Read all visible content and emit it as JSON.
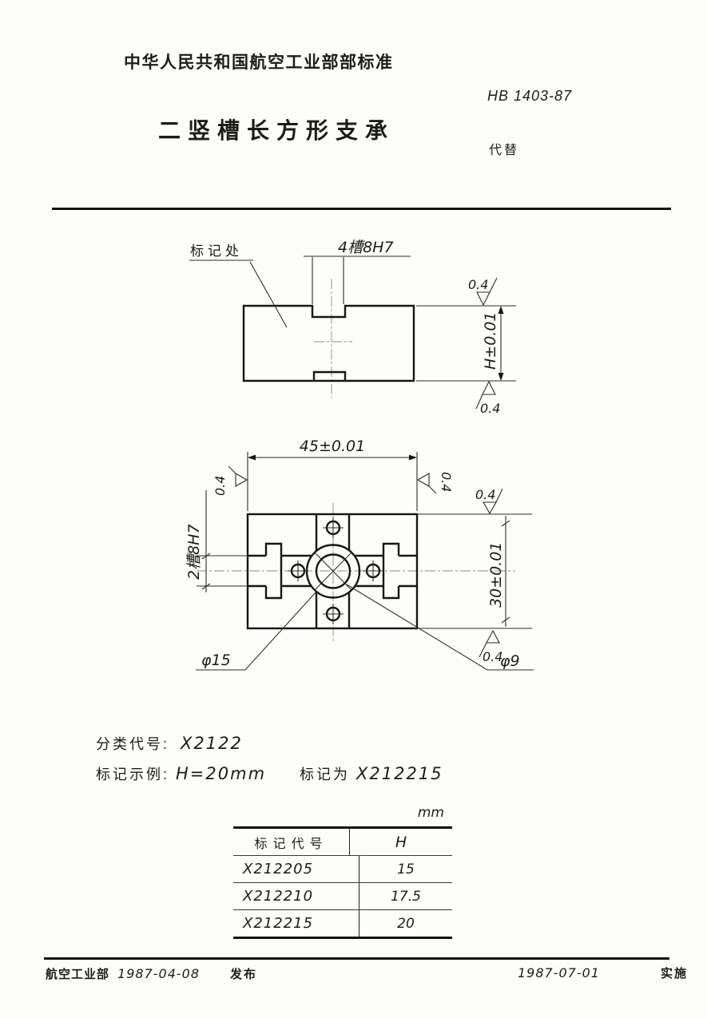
{
  "doc": {
    "header_title": "中华人民共和国航空工业部部标准",
    "standard_no": "HB 1403-87",
    "title": "二竖槽长方形支承",
    "replaces_label": "代替"
  },
  "front_view": {
    "slot_label": "4槽8H7",
    "marking_label": "标记处",
    "height_dim": "H±0.01",
    "roughness_top": "0.4",
    "roughness_bottom": "0.4"
  },
  "plan_view": {
    "width_dim": "45±0.01",
    "depth_dim": "30±0.01",
    "slot_label": "2槽8H7",
    "counterbore_dia": "φ15",
    "hole_dia": "φ9",
    "roughness_left": "0.4",
    "roughness_right": "0.4",
    "roughness_top": "0.4",
    "roughness_bottom": "0.4"
  },
  "classification": {
    "code_label": "分类代号:",
    "code": "X2122",
    "example_label": "标记示例:",
    "example_condition": "H=20mm",
    "designation_label": "标记为",
    "designation": "X212215"
  },
  "table": {
    "unit": "mm",
    "col1_header": "标记代号",
    "col2_header": "H",
    "rows": [
      {
        "code": "X212205",
        "h": "15"
      },
      {
        "code": "X212210",
        "h": "17.5"
      },
      {
        "code": "X212215",
        "h": "20"
      }
    ]
  },
  "footer": {
    "issuer": "航空工业部",
    "issue_date": "1987-04-08",
    "issue_label": "发布",
    "impl_date": "1987-07-01",
    "impl_label": "实施"
  }
}
